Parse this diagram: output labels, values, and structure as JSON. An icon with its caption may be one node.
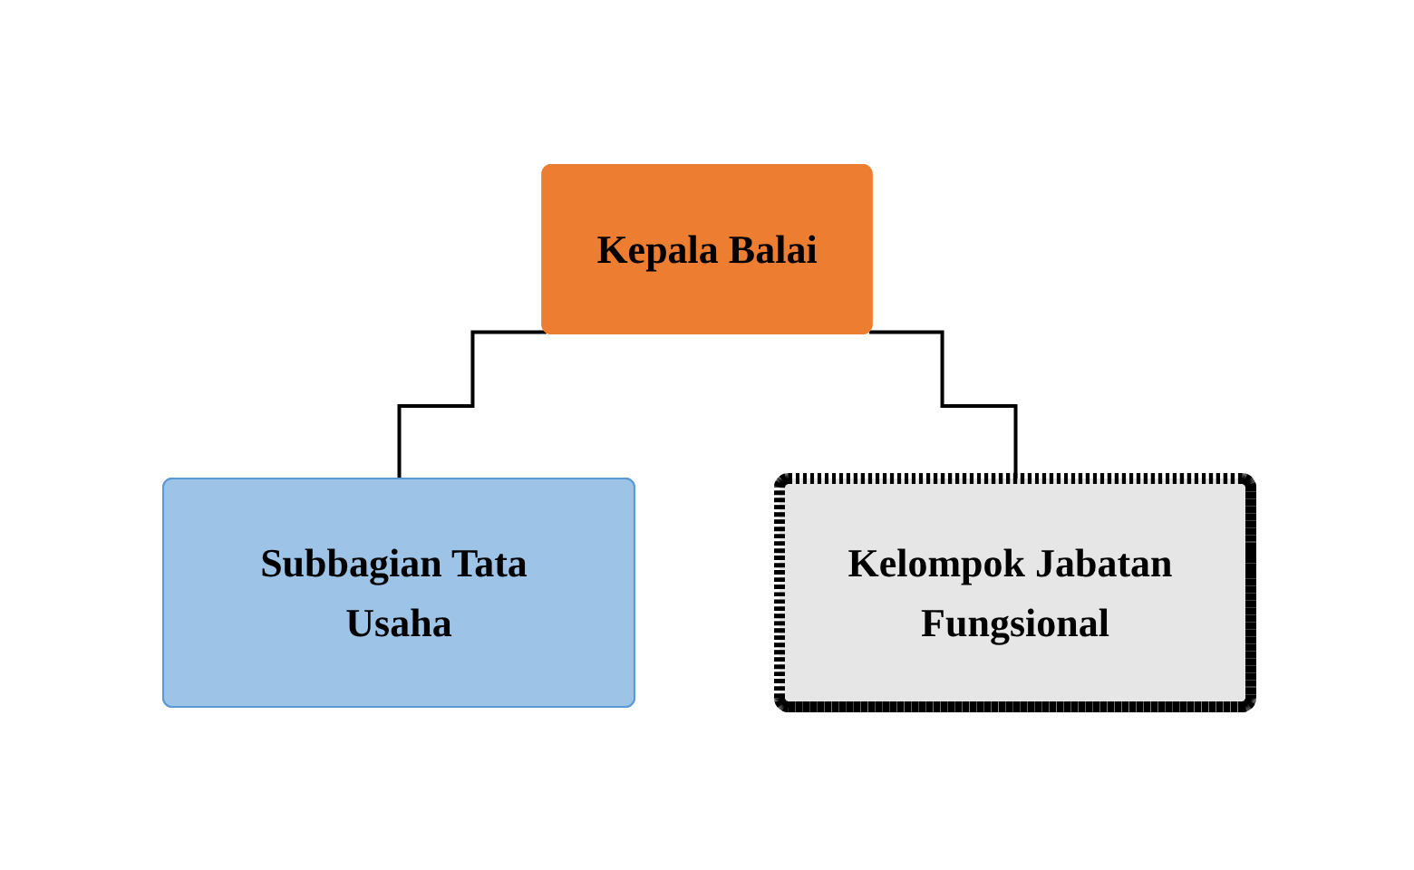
{
  "diagram": {
    "nodes": [
      {
        "text": [
          "Kepala Balai"
        ]
      },
      {
        "text": [
          "Subbagian Tata Usaha"
        ]
      },
      {
        "text": [
          "Kelompok Jabatan Fungsional"
        ]
      }
    ],
    "edges": [
      {
        "from": 0,
        "to": 1,
        "arrow": "none"
      },
      {
        "from": 0,
        "to": 2,
        "arrow": "none"
      }
    ]
  }
}
